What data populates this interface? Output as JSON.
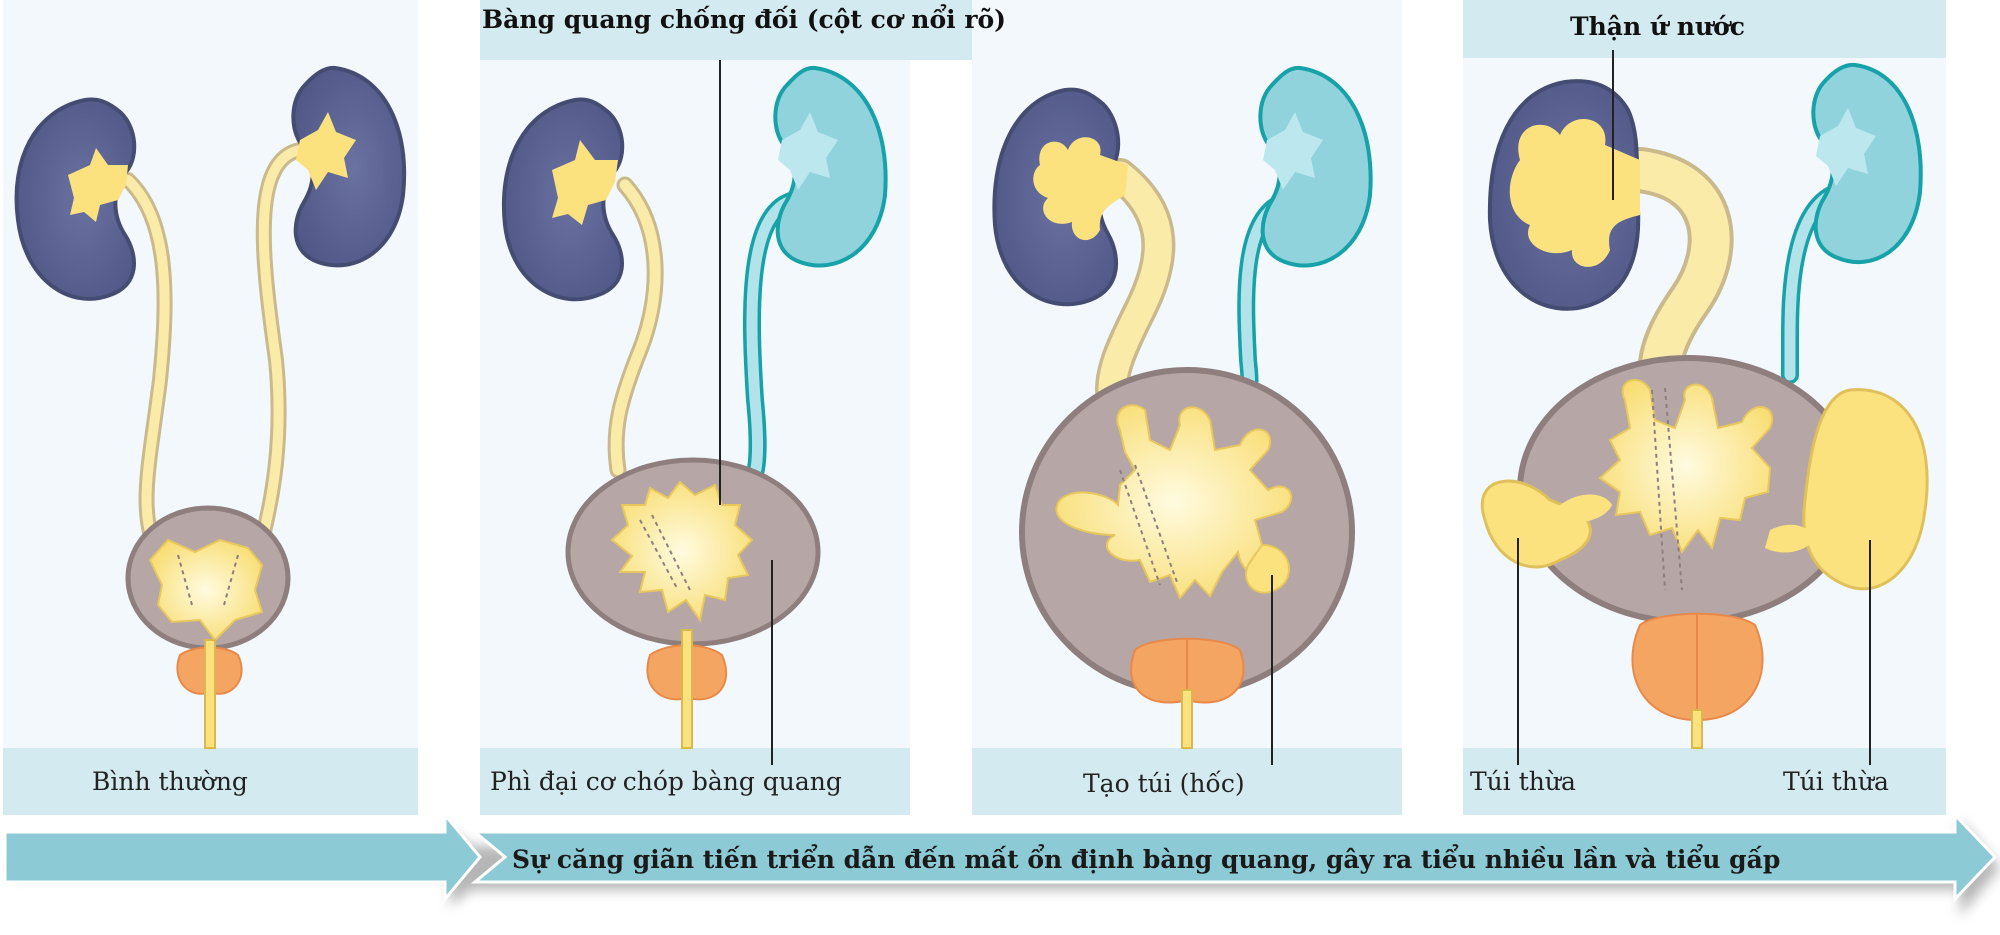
{
  "panels": [
    {
      "caption": "Bình thường"
    },
    {
      "caption": "Phì đại cơ chóp bàng quang",
      "top_label": "Bàng quang chống đối (cột cơ nổi rõ)"
    },
    {
      "caption": "Tạo túi (hốc)"
    },
    {
      "caption_left": "Túi thừa",
      "caption_right": "Túi thừa",
      "top_label": "Thận ứ nước"
    }
  ],
  "progress_arrow": {
    "text": "Sự căng giãn tiến triển dẫn đến mất ổn định bàng quang, gây ra tiểu nhiều lần và tiểu gấp"
  },
  "colors": {
    "panel_bg": "#f2f8fb",
    "caption_band": "#d3eaf0",
    "kidney_dark": "#5c6493",
    "kidney_dark_outline": "#454c72",
    "kidney_teal": "#90d3dd",
    "kidney_teal_outline": "#16a2a8",
    "urine_yellow": "#fbe27e",
    "bladder_wall": "#b6a7a6",
    "bladder_outline": "#8e7f7e",
    "prostate": "#f5a562",
    "arrow": "#8ccad5"
  }
}
